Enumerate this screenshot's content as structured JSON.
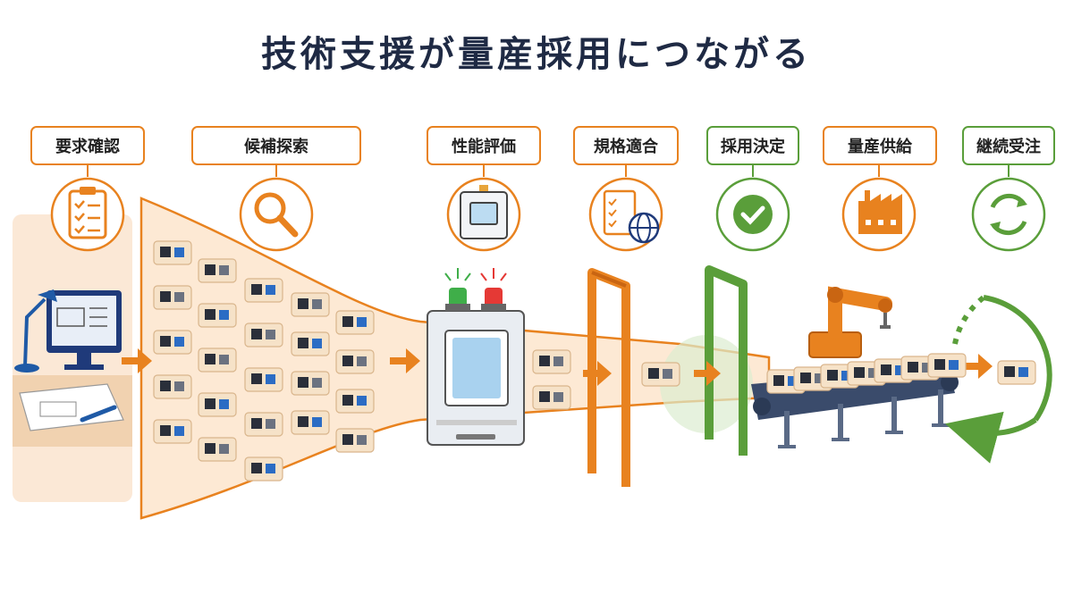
{
  "title": "技術支援が量産採用につながる",
  "stages": [
    {
      "label": "要求確認",
      "icon": "clipboard-checklist-icon",
      "accent": "#e8821f"
    },
    {
      "label": "候補探索",
      "icon": "magnifier-icon",
      "accent": "#e8821f"
    },
    {
      "label": "性能評価",
      "icon": "test-chamber-icon",
      "accent": "#e8821f"
    },
    {
      "label": "規格適合",
      "icon": "checklist-globe-icon",
      "accent": "#e8821f"
    },
    {
      "label": "採用決定",
      "icon": "check-circle-icon",
      "accent": "#5a9e3a"
    },
    {
      "label": "量産供給",
      "icon": "factory-icon",
      "accent": "#e8821f"
    },
    {
      "label": "継続受注",
      "icon": "recycle-arrows-icon",
      "accent": "#5a9e3a"
    }
  ],
  "colors": {
    "orange": "#e8821f",
    "green": "#5a9e3a",
    "navy": "#1f2a44",
    "funnel": "#fde9d4"
  }
}
